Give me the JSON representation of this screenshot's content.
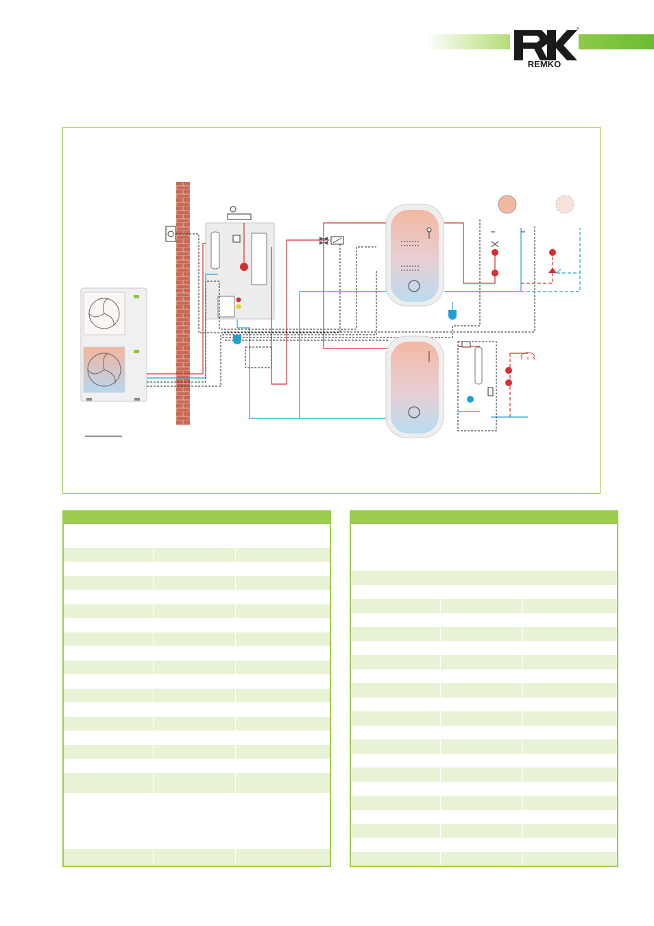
{
  "header": {
    "brand_bar_color": "#8cc63f",
    "logo": {
      "symbol": "RK",
      "wordmark": "REMKO",
      "registered": "®",
      "color": "#1a1a1a"
    }
  },
  "diagram": {
    "frame_color": "#9ccc4e",
    "hot_line_color": "#d62f2f",
    "cold_line_color": "#1f9fd6",
    "signal_line_color": "#222222",
    "components": {
      "outdoor_unit": "outdoor-unit-icon",
      "wall": "brick-wall",
      "indoor_unit": "indoor-module-icon",
      "room_sensor": "room-sensor-icon",
      "three_way_valve": "three-way-valve-icon",
      "buffer_tank": "buffer-tank-icon",
      "dhw_tank": "dhw-tank-icon",
      "fresh_water_station": "fresh-water-station-icon",
      "heating_circuit_1": "heating-circuit-icon",
      "heating_circuit_2": "heating-circuit-optional-icon",
      "expansion_vessel": "expansion-vessel-icon",
      "shower": "shower-icon"
    }
  },
  "tables": {
    "left": {
      "header_color": "#9ccc4e",
      "alt_color": "#e8f3d6",
      "columns": [
        "",
        "",
        ""
      ],
      "rows": [
        [
          "",
          "",
          ""
        ],
        [
          "",
          "",
          ""
        ],
        [
          "",
          "",
          ""
        ],
        [
          "",
          "",
          ""
        ],
        [
          "",
          "",
          ""
        ],
        [
          "",
          "",
          ""
        ],
        [
          "",
          "",
          ""
        ],
        [
          "",
          "",
          ""
        ],
        [
          "",
          "",
          ""
        ],
        [
          "",
          "",
          ""
        ],
        [
          "",
          "",
          ""
        ],
        [
          "",
          "",
          ""
        ],
        [
          "",
          "",
          ""
        ],
        [
          "",
          "",
          ""
        ],
        [
          "",
          "",
          ""
        ],
        [
          "",
          "",
          ""
        ],
        [
          "",
          "",
          ""
        ],
        [
          "",
          "",
          ""
        ],
        [
          "",
          "",
          ""
        ],
        [
          "",
          "",
          ""
        ]
      ]
    },
    "right": {
      "columns": [
        "",
        "",
        ""
      ],
      "rows": [
        [
          "",
          "",
          ""
        ],
        [
          "",
          "",
          ""
        ],
        [
          "",
          "",
          ""
        ],
        [
          "",
          "",
          ""
        ],
        [
          "",
          "",
          ""
        ],
        [
          "",
          "",
          ""
        ],
        [
          "",
          "",
          ""
        ],
        [
          "",
          "",
          ""
        ],
        [
          "",
          "",
          ""
        ],
        [
          "",
          "",
          ""
        ],
        [
          "",
          "",
          ""
        ],
        [
          "",
          "",
          ""
        ],
        [
          "",
          "",
          ""
        ],
        [
          "",
          "",
          ""
        ],
        [
          "",
          "",
          ""
        ],
        [
          "",
          "",
          ""
        ],
        [
          "",
          "",
          ""
        ],
        [
          "",
          "",
          ""
        ],
        [
          "",
          "",
          ""
        ],
        [
          "",
          "",
          ""
        ],
        [
          "",
          "",
          ""
        ],
        [
          "",
          "",
          ""
        ]
      ]
    }
  }
}
